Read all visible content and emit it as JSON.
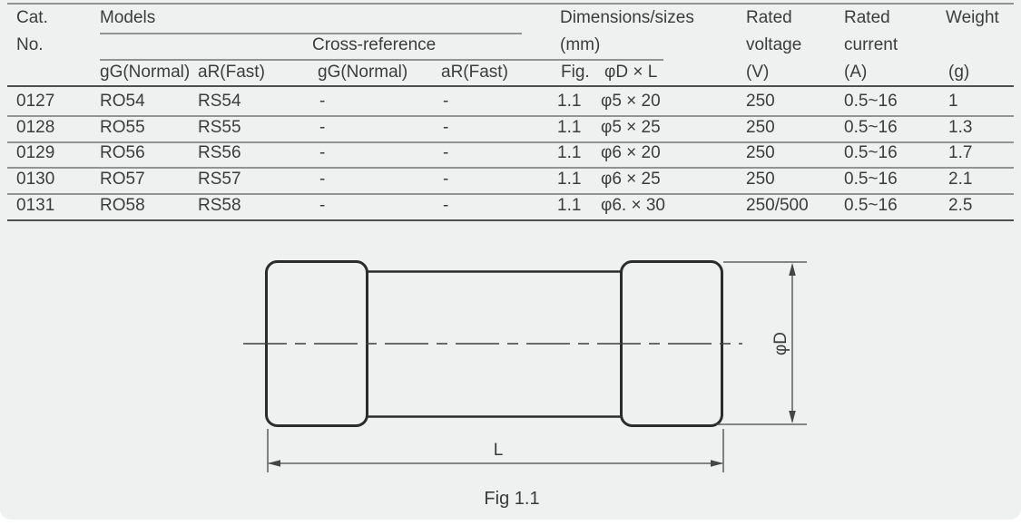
{
  "table": {
    "header": {
      "cat": "Cat.",
      "no": "No.",
      "models": "Models",
      "cross_reference": "Cross-reference",
      "dimensions": "Dimensions/sizes",
      "dimensions_unit": "(mm)",
      "rated_voltage_line1": "Rated",
      "rated_voltage_line2": "voltage",
      "rated_voltage_unit": "(V)",
      "rated_current_line1": "Rated",
      "rated_current_line2": "current",
      "rated_current_unit": "(A)",
      "weight": "Weight",
      "weight_unit": "(g)",
      "sub": {
        "gg_normal_1": "gG(Normal)",
        "ar_fast_1": "aR(Fast)",
        "gg_normal_2": "gG(Normal)",
        "ar_fast_2": "aR(Fast)",
        "fig": "Fig.",
        "d_x_l": "φD × L"
      }
    },
    "rows": [
      {
        "cat": "0127",
        "gg": "RO54",
        "ar": "RS54",
        "xgg": "-",
        "xar": "-",
        "fig": "1.1",
        "dxl": "φ5 × 20",
        "v": "250",
        "a": "0.5~16",
        "g": "1"
      },
      {
        "cat": "0128",
        "gg": "RO55",
        "ar": "RS55",
        "xgg": "-",
        "xar": "-",
        "fig": "1.1",
        "dxl": "φ5 × 25",
        "v": "250",
        "a": "0.5~16",
        "g": "1.3"
      },
      {
        "cat": "0129",
        "gg": "RO56",
        "ar": "RS56",
        "xgg": "-",
        "xar": "-",
        "fig": "1.1",
        "dxl": "φ6 × 20",
        "v": "250",
        "a": "0.5~16",
        "g": "1.7"
      },
      {
        "cat": "0130",
        "gg": "RO57",
        "ar": "RS57",
        "xgg": "-",
        "xar": "-",
        "fig": "1.1",
        "dxl": "φ6 × 25",
        "v": "250",
        "a": "0.5~16",
        "g": "2.1"
      },
      {
        "cat": "0131",
        "gg": "RO58",
        "ar": "RS58",
        "xgg": "-",
        "xar": "-",
        "fig": "1.1",
        "dxl": "φ6. × 30",
        "v": "250/500",
        "a": "0.5~16",
        "g": "2.5"
      }
    ]
  },
  "figure": {
    "diameter_label": "φD",
    "length_label": "L",
    "caption": "Fig 1.1"
  },
  "colors": {
    "background": "#eff1f0",
    "text": "#3c3c3c",
    "rule": "#939393",
    "rule_dark": "#4f4f4f",
    "drawing_line": "#2c2c2c"
  }
}
